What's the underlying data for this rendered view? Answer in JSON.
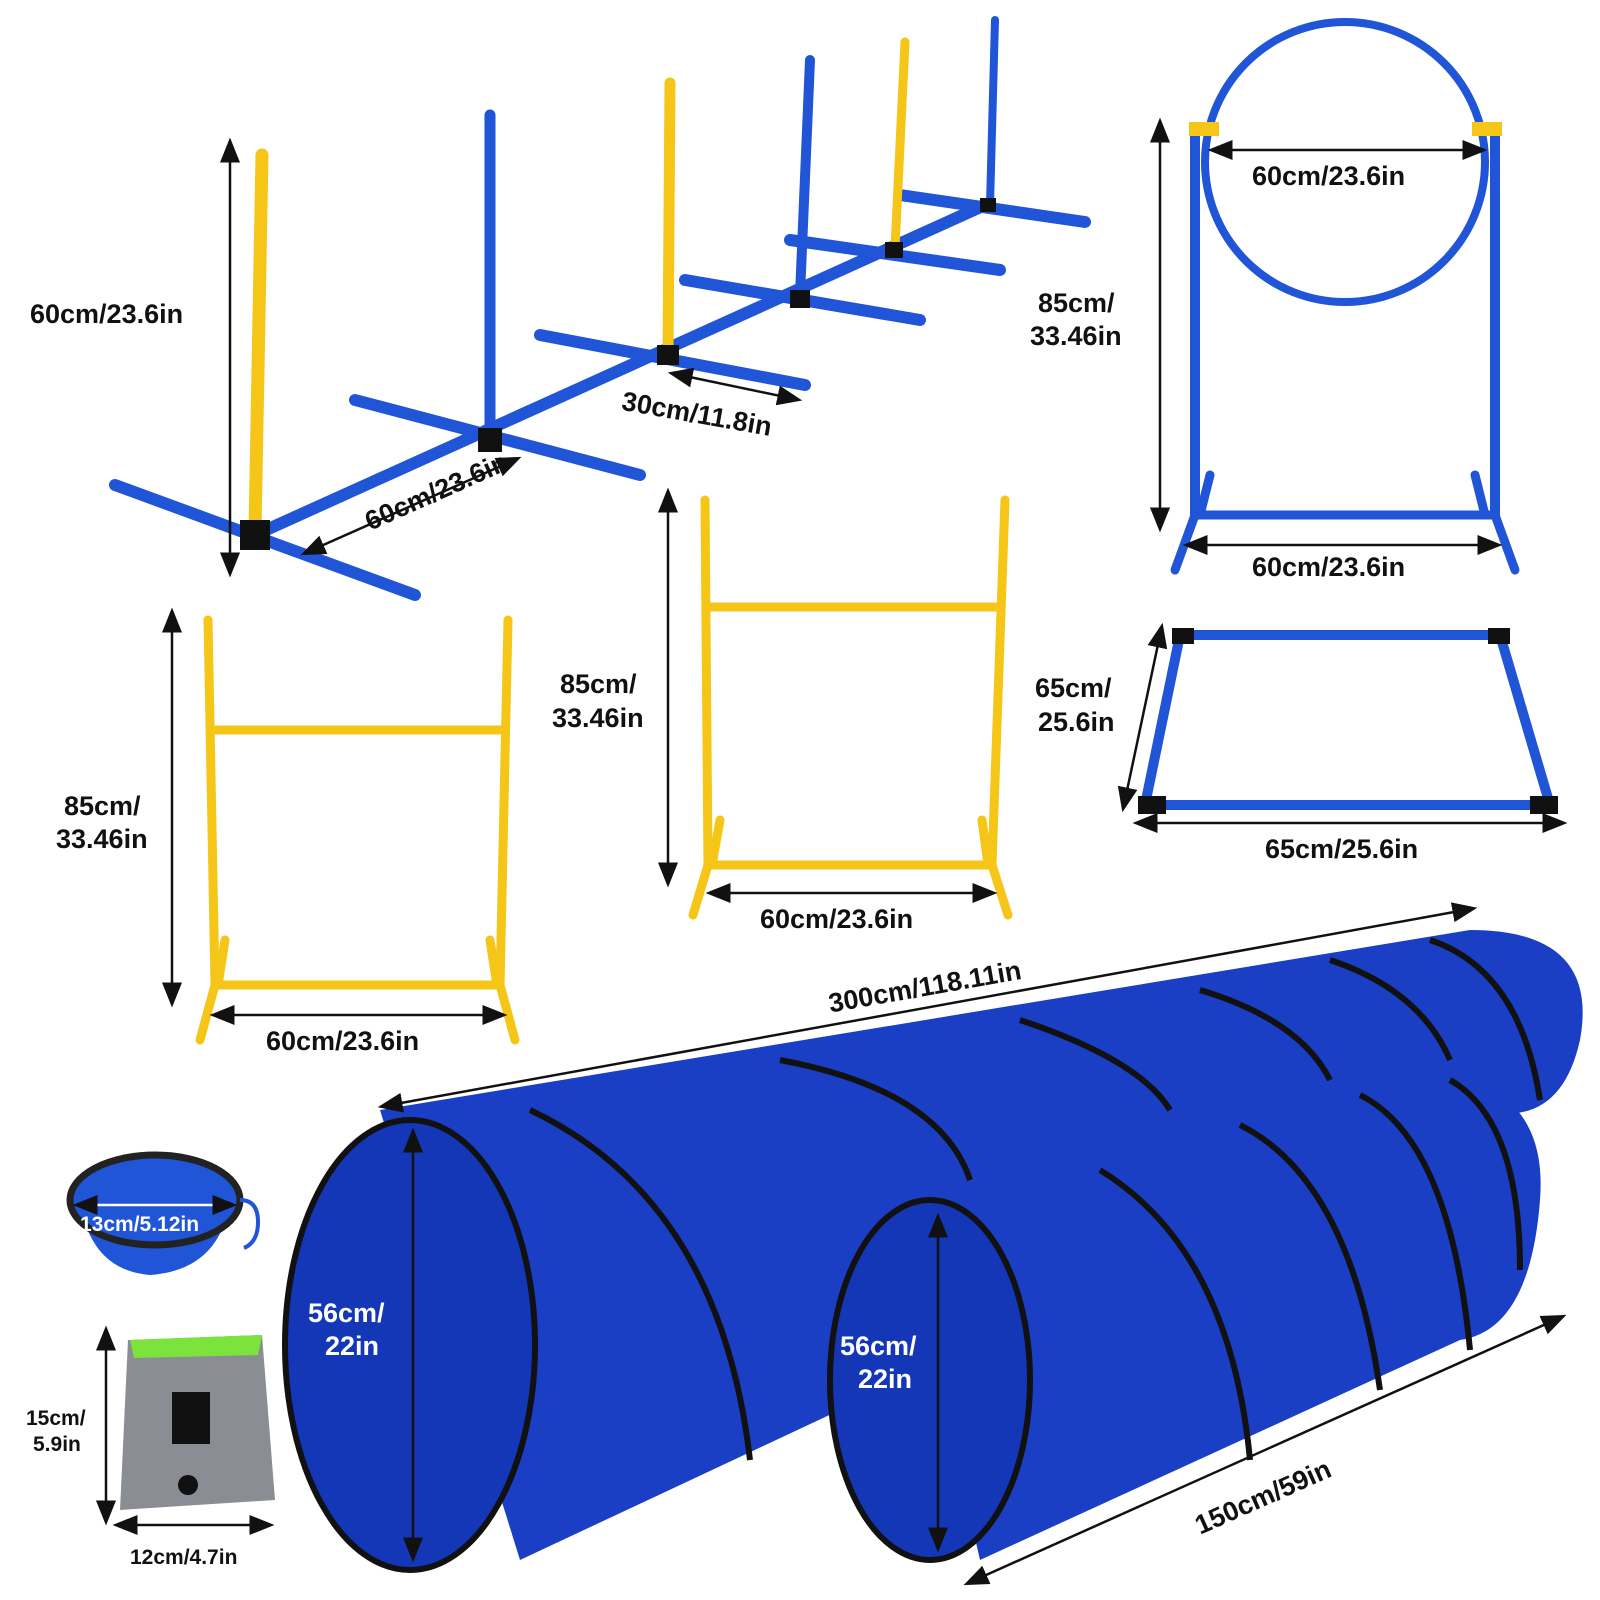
{
  "colors": {
    "blue": "#1f55d6",
    "yellow": "#f5c518",
    "tunnel": "#1a3fc4",
    "black": "#111111",
    "bag": "#8a8d93",
    "bag_lining": "#7be33b"
  },
  "labels": {
    "weave_height": "60cm/23.6in",
    "weave_spacing": "60cm/23.6in",
    "weave_foot": "30cm/11.8in",
    "hoop_diameter": "60cm/23.6in",
    "hoop_height_1": "85cm/",
    "hoop_height_2": "33.46in",
    "hoop_width": "60cm/23.6in",
    "jump1_height_1": "85cm/",
    "jump1_height_2": "33.46in",
    "jump1_width": "60cm/23.6in",
    "jump2_height_1": "85cm/",
    "jump2_height_2": "33.46in",
    "jump2_width": "60cm/23.6in",
    "square_side_1": "65cm/",
    "square_side_2": "25.6in",
    "square_width": "65cm/25.6in",
    "tunnel_long_length": "300cm/118.11in",
    "tunnel_long_dia_1": "56cm/",
    "tunnel_long_dia_2": "22in",
    "tunnel_short_length": "150cm/59in",
    "tunnel_short_dia_1": "56cm/",
    "tunnel_short_dia_2": "22in",
    "bowl_dia": "13cm/5.12in",
    "bag_height_1": "15cm/",
    "bag_height_2": "5.9in",
    "bag_width": "12cm/4.7in"
  }
}
